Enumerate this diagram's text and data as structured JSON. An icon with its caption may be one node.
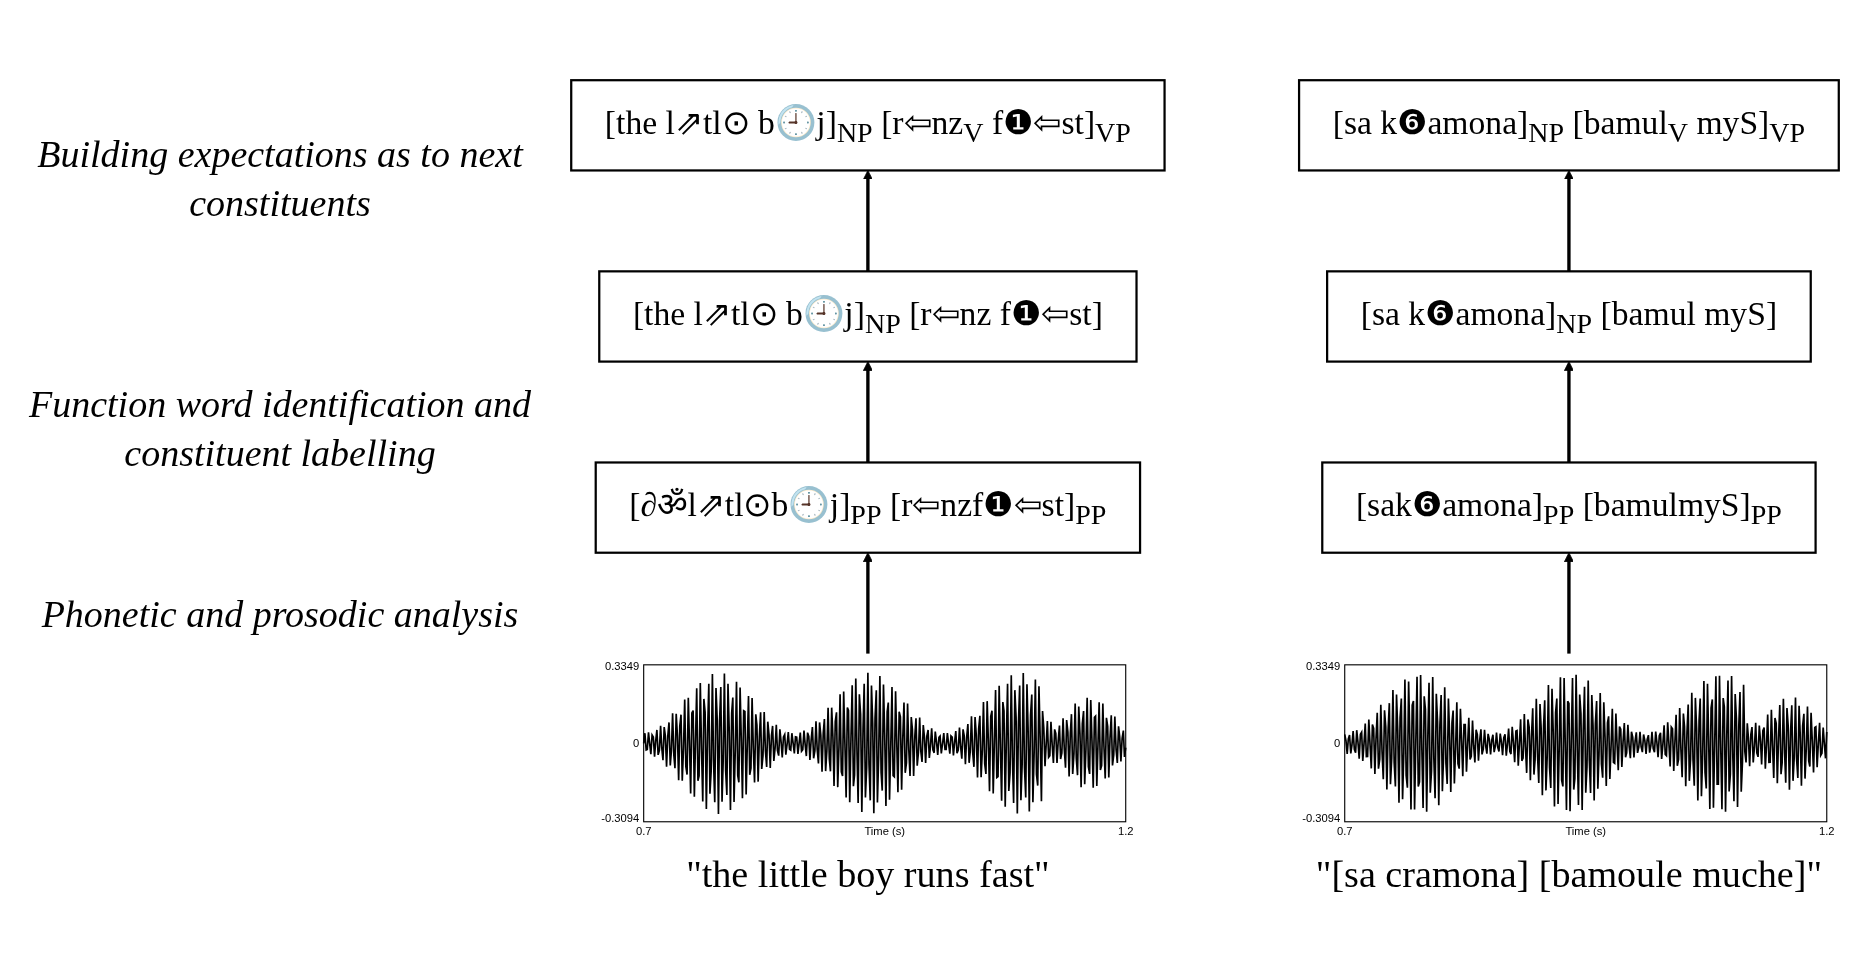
{
  "diagram": {
    "nodes": [
      {
        "text": [
          "[the l⇗tl⊙ b🕘j]$_{NP}$ [r⇦nz$_{V}$ f❶⇦st]$_{VP}$"
        ]
      },
      {
        "text": [
          "[sa k❻amona]$_{NP}$ [bamul$_{V}$ myS]$_{VP}$"
        ]
      },
      {
        "text": [
          "[the l⇗tl⊙ b🕘j]$_{NP}$ [r⇦nz f❶⇦st]"
        ]
      },
      {
        "text": [
          "[sa k❻amona]$_{NP}$ [bamul myS]"
        ]
      },
      {
        "text": [
          "[∂ॐl⇗tl⊙b🕘j]$_{PP}$ [r⇦nzf❶⇦st]$_{PP}$"
        ]
      },
      {
        "text": [
          "[sak❻amona]$_{PP}$ [bamulmyS]$_{PP}$"
        ]
      },
      {
        "text": [],
        "shape": "picture",
        "beside": [
          "\"the little boy runs fast\""
        ]
      },
      {
        "text": [],
        "shape": "picture",
        "beside": [
          "\"[sa cramona] [bamoule muche]\""
        ]
      }
    ],
    "edges": [
      {
        "from": 6,
        "to": 4,
        "arrow": "to"
      },
      {
        "from": 4,
        "to": 2,
        "arrow": "to"
      },
      {
        "from": 2,
        "to": 0,
        "arrow": "to"
      },
      {
        "from": 7,
        "to": 5,
        "arrow": "to"
      },
      {
        "from": 5,
        "to": 3,
        "arrow": "to"
      },
      {
        "from": 3,
        "to": 1,
        "arrow": "to"
      }
    ],
    "labels": [
      "Building expectations as to next constituents",
      "Function word identification and constituent labelling",
      "Phonetic and prosodic analysis",
      "0.3349",
      "0",
      "-0.3094",
      "0.7",
      "Time (s)",
      "1.2",
      "0.3349",
      "0",
      "-0.3094",
      "0.7",
      "Time (s)",
      "1.2"
    ]
  }
}
